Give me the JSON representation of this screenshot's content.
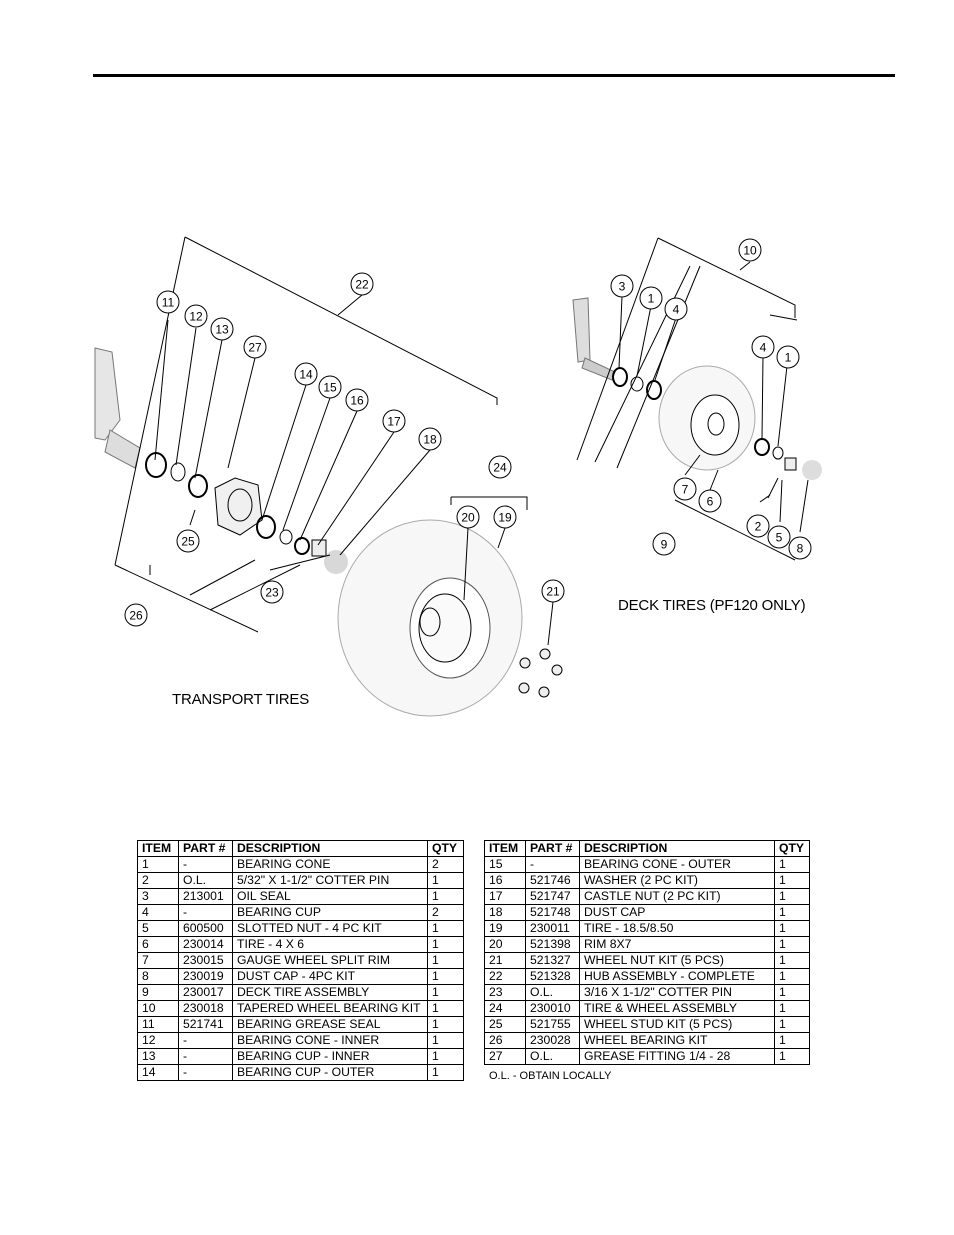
{
  "labels": {
    "transport": "TRANSPORT TIRES",
    "deck": "DECK TIRES (PF120 ONLY)",
    "note": "O.L. - OBTAIN LOCALLY"
  },
  "callouts": [
    "1",
    "2",
    "3",
    "4",
    "5",
    "6",
    "7",
    "8",
    "9",
    "10",
    "11",
    "12",
    "13",
    "14",
    "15",
    "16",
    "17",
    "18",
    "19",
    "20",
    "21",
    "22",
    "23",
    "24",
    "25",
    "26",
    "27"
  ],
  "table": {
    "headers": [
      "ITEM",
      "PART #",
      "DESCRIPTION",
      "QTY"
    ],
    "left": [
      [
        "1",
        "-",
        "BEARING CONE",
        "2"
      ],
      [
        "2",
        "O.L.",
        "5/32\" X 1-1/2\" COTTER PIN",
        "1"
      ],
      [
        "3",
        "213001",
        "OIL SEAL",
        "1"
      ],
      [
        "4",
        "-",
        "BEARING CUP",
        "2"
      ],
      [
        "5",
        "600500",
        "SLOTTED NUT - 4 PC KIT",
        "1"
      ],
      [
        "6",
        "230014",
        "TIRE - 4 X 6",
        "1"
      ],
      [
        "7",
        "230015",
        "GAUGE WHEEL SPLIT RIM",
        "1"
      ],
      [
        "8",
        "230019",
        "DUST CAP - 4PC KIT",
        "1"
      ],
      [
        "9",
        "230017",
        "DECK TIRE ASSEMBLY",
        "1"
      ],
      [
        "10",
        "230018",
        "TAPERED WHEEL BEARING KIT",
        "1"
      ],
      [
        "11",
        "521741",
        "BEARING GREASE SEAL",
        "1"
      ],
      [
        "12",
        "-",
        "BEARING CONE - INNER",
        "1"
      ],
      [
        "13",
        "-",
        "BEARING CUP - INNER",
        "1"
      ],
      [
        "14",
        "-",
        "BEARING CUP - OUTER",
        "1"
      ]
    ],
    "right": [
      [
        "15",
        "-",
        "BEARING CONE - OUTER",
        "1"
      ],
      [
        "16",
        "521746",
        "WASHER (2 PC KIT)",
        "1"
      ],
      [
        "17",
        "521747",
        "CASTLE NUT (2 PC KIT)",
        "1"
      ],
      [
        "18",
        "521748",
        "DUST CAP",
        "1"
      ],
      [
        "19",
        "230011",
        "TIRE - 18.5/8.50",
        "1"
      ],
      [
        "20",
        "521398",
        "RIM 8X7",
        "1"
      ],
      [
        "21",
        "521327",
        "WHEEL NUT KIT (5 PCS)",
        "1"
      ],
      [
        "22",
        "521328",
        "HUB ASSEMBLY - COMPLETE",
        "1"
      ],
      [
        "23",
        "O.L.",
        "3/16 X 1-1/2\" COTTER PIN",
        "1"
      ],
      [
        "24",
        "230010",
        "TIRE & WHEEL ASSEMBLY",
        "1"
      ],
      [
        "25",
        "521755",
        "WHEEL STUD KIT (5 PCS)",
        "1"
      ],
      [
        "26",
        "230028",
        "WHEEL BEARING KIT",
        "1"
      ],
      [
        "27",
        "O.L.",
        "GREASE FITTING 1/4 - 28",
        "1"
      ]
    ]
  }
}
